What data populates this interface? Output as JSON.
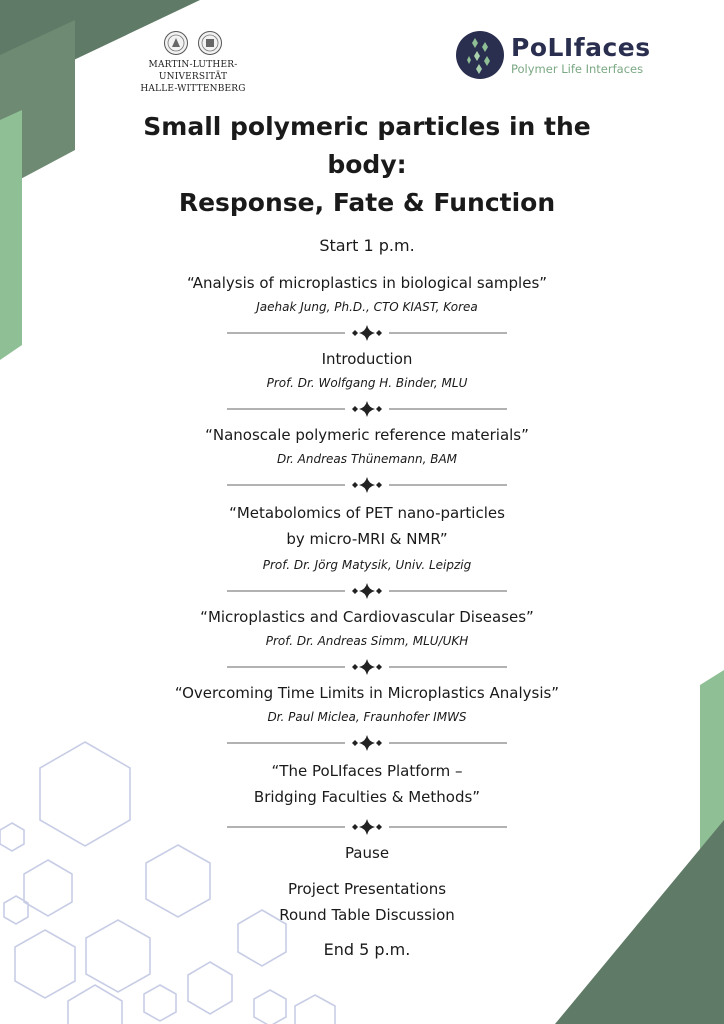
{
  "header": {
    "university_lines": [
      "MARTIN-LUTHER-UNIVERSITÄT",
      "HALLE-WITTENBERG"
    ],
    "brand_name": "PoLIfaces",
    "brand_tagline": "Polymer Life Interfaces"
  },
  "title_lines": [
    "Small polymeric particles in the body:",
    "Response, Fate & Function"
  ],
  "start": "Start 1 p.m.",
  "program": [
    {
      "talk_lines": [
        "“Analysis of microplastics in biological samples”"
      ],
      "speaker": "Jaehak Jung, Ph.D., CTO KIAST, Korea"
    },
    {
      "talk_lines": [
        "Introduction"
      ],
      "speaker": "Prof. Dr. Wolfgang H. Binder, MLU"
    },
    {
      "talk_lines": [
        "“Nanoscale polymeric reference materials”"
      ],
      "speaker": "Dr. Andreas Thünemann, BAM"
    },
    {
      "talk_lines": [
        "“Metabolomics of PET nano-particles",
        "by micro-MRI & NMR”"
      ],
      "speaker": "Prof. Dr. Jörg Matysik, Univ. Leipzig"
    },
    {
      "talk_lines": [
        "“Microplastics and Cardiovascular Diseases”"
      ],
      "speaker": "Prof. Dr. Andreas Simm, MLU/UKH"
    },
    {
      "talk_lines": [
        "“Overcoming Time Limits in Microplastics Analysis”"
      ],
      "speaker": "Dr. Paul Miclea, Fraunhofer IMWS"
    },
    {
      "talk_lines": [
        "“The PoLIfaces Platform –",
        "Bridging Faculties & Methods”"
      ],
      "speaker": ""
    },
    {
      "talk_lines": [
        "Pause"
      ],
      "speaker": ""
    },
    {
      "talk_lines": [
        "Project Presentations",
        "Round Table Discussion"
      ],
      "speaker": ""
    }
  ],
  "end": "End 5 p.m.",
  "colors": {
    "dark_green": "#5f7a66",
    "light_green": "#8fbf94",
    "navy": "#2a2f4f",
    "hex_line": "#c8cde6"
  }
}
